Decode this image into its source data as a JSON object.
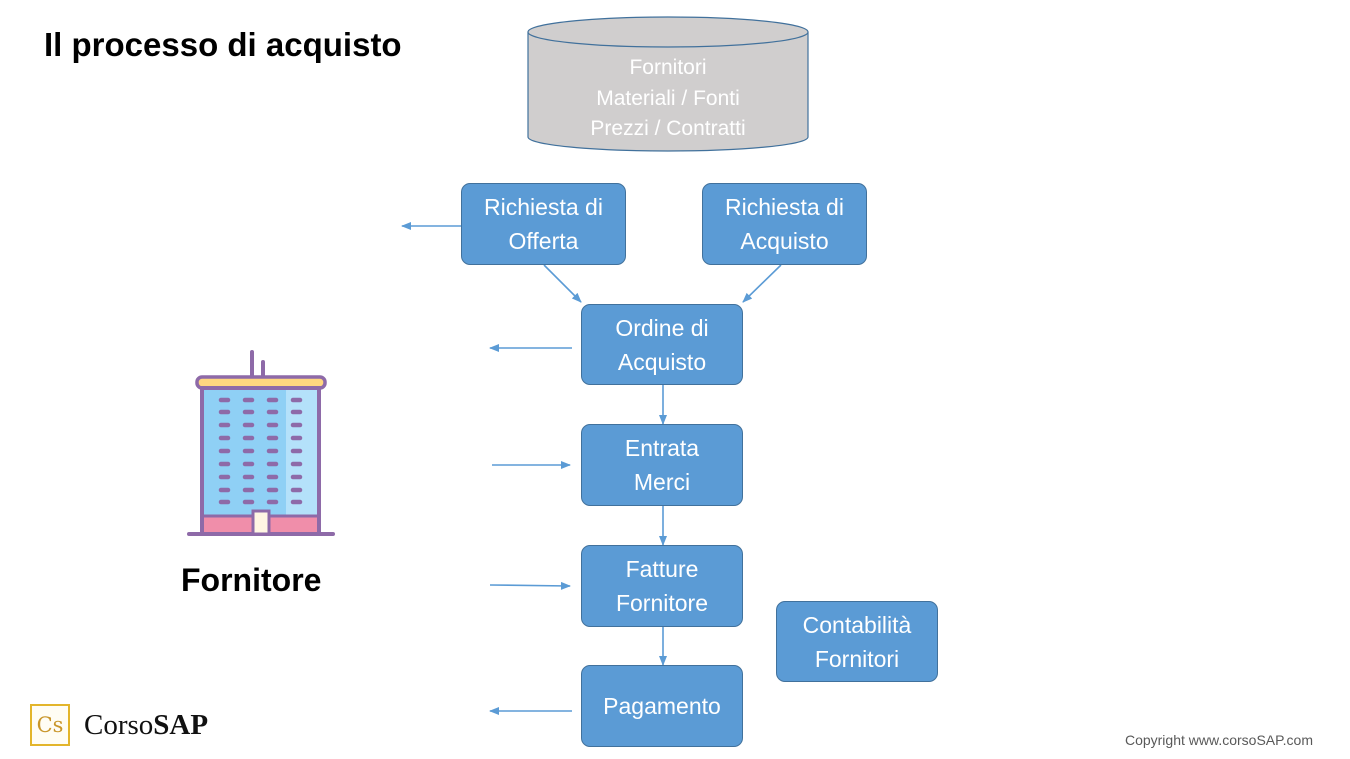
{
  "title": "Il processo di acquisto",
  "master_data": {
    "line1": "Fornitori",
    "line2": "Materiali / Fonti",
    "line3": "Prezzi / Contratti"
  },
  "steps": {
    "rdo": {
      "line1": "Richiesta di",
      "line2": "Offerta"
    },
    "rda": {
      "line1": "Richiesta di",
      "line2": "Acquisto"
    },
    "oda": {
      "line1": "Ordine di",
      "line2": "Acquisto"
    },
    "em": {
      "line1": "Entrata",
      "line2": "Merci"
    },
    "ff": {
      "line1": "Fatture",
      "line2": "Fornitore"
    },
    "pag": {
      "line1": "Pagamento"
    },
    "cf": {
      "line1": "Contabilità",
      "line2": "Fornitori"
    }
  },
  "supplier": {
    "label": "Fornitore",
    "icon": "office-building-icon"
  },
  "logo": {
    "mark": "Cs",
    "text_regular": "Corso",
    "text_bold": "SAP"
  },
  "copyright": "Copyright www.corsoSAP.com",
  "colors": {
    "box_fill": "#5b9bd5",
    "box_border": "#41719c",
    "db_fill": "#d0cece",
    "arrow": "#5b9bd5"
  }
}
